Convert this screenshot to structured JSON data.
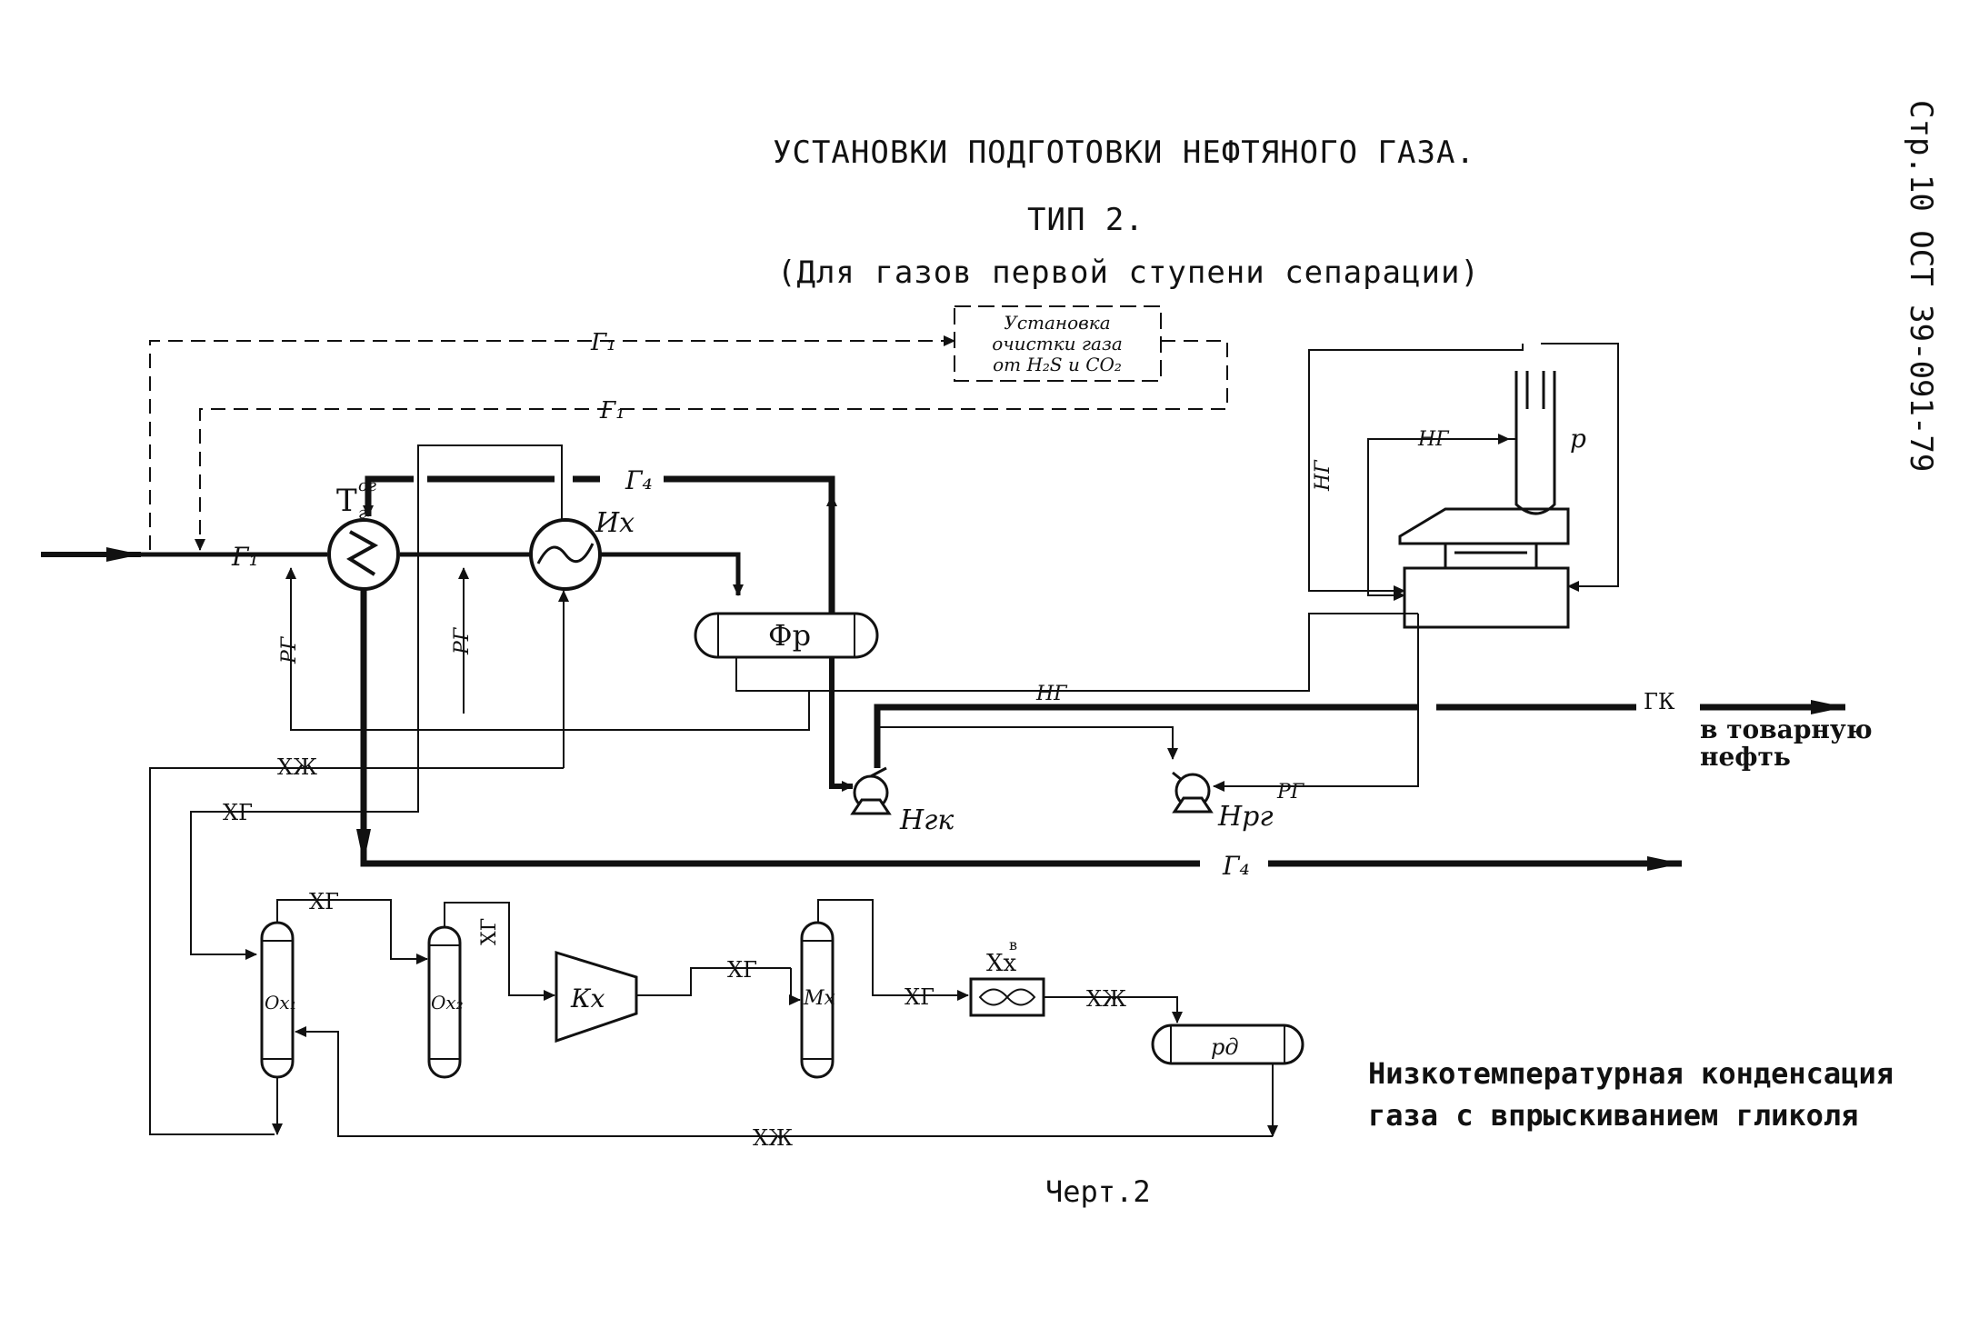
{
  "header": {
    "title": "УСТАНОВКИ ПОДГОТОВКИ НЕФТЯНОГО ГАЗА.",
    "subtitle": "ТИП 2.",
    "note": "(Для газов первой ступени сепарации)",
    "side_label": "Стр.10 ОСТ 39-091-79"
  },
  "diagram": {
    "box_label": [
      "Установка",
      "очистки газа",
      "от H₂S и CO₂"
    ],
    "streams": {
      "g1": "Г₁",
      "g4": "Г₄",
      "ng": "НГ",
      "rg": "РГ",
      "xg": "ХГ",
      "xzh": "ХЖ",
      "gk": "ГК"
    },
    "equipment": {
      "heat_exchanger": "Т",
      "heat_exchanger_sup": "ог",
      "heat_exchanger_sub": "г",
      "evaporator": "Их",
      "separator": "Фр",
      "pump_gk": "Нгк",
      "pump_rg": "Нрг",
      "column_r": "р",
      "cooler_1": "Ох₁",
      "cooler_2": "Ох₂",
      "compressor": "Кх",
      "mixer": "Мх",
      "air_cooler": "Хх",
      "air_cooler_sup": "в",
      "receiver": "рд"
    },
    "destination": [
      "в товарную",
      "нефть"
    ],
    "caption": [
      "Низкотемпературная конденсация",
      "газа с впрыскиванием гликоля"
    ]
  },
  "footer": {
    "figure": "Черт.2"
  }
}
